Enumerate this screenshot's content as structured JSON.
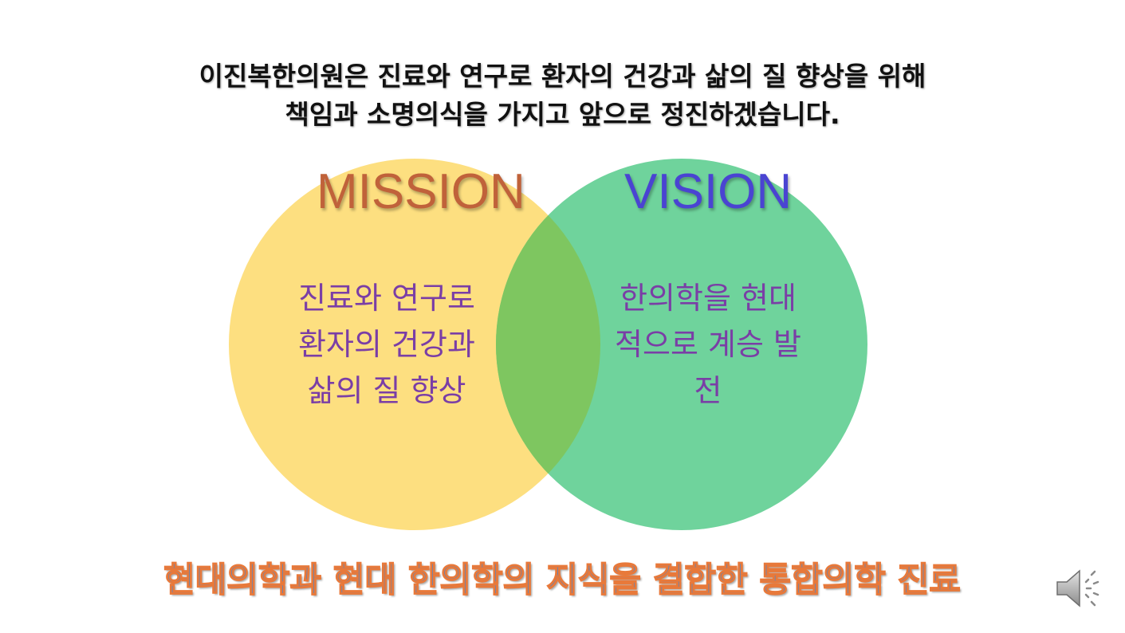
{
  "headline": {
    "line1": "이진복한의원은 진료와 연구로 환자의 건강과 삶의 질 향상을 위해",
    "line2": "책임과 소명의식을 가지고 앞으로 정진하겠습니다."
  },
  "mission": {
    "title": "MISSION",
    "lines": [
      "진료와 연구로",
      "환자의 건강과",
      "삶의 질 향상"
    ]
  },
  "vision": {
    "title": "VISION",
    "lines": [
      "한의학을 현대",
      "적으로 계승 발",
      "전"
    ]
  },
  "tagline": {
    "part1": "현대의학과 현대 한의학의 지식을 결합한 ",
    "part2": "통합의학 진료"
  },
  "colors": {
    "mission_circle": "#fddf80",
    "vision_circle": "#6fd39c",
    "overlap": "#7ec660",
    "mission_title": "#c0623a",
    "vision_title": "#4a44d2",
    "circle_text": "#7a3ea6",
    "tagline_fill": "#4a86cc",
    "tagline_outline": "#e8793a"
  },
  "icons": {
    "speaker": "speaker-icon"
  }
}
